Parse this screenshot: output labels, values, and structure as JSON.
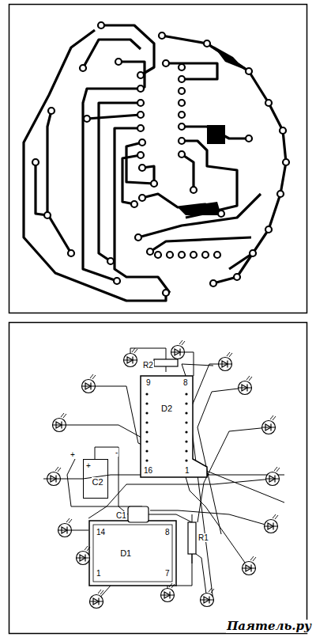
{
  "diagram": {
    "nodes": [
      {
        "text": [
          "D2"
        ]
      },
      {
        "text": [
          "C2"
        ]
      },
      {
        "text": [
          "D1"
        ]
      }
    ],
    "labels": [
      "R2",
      "9",
      "8",
      "16",
      "1",
      "+",
      "-",
      "+",
      "C1",
      "14",
      "8",
      "1",
      "7",
      "R1",
      "Паятель.ру"
    ]
  }
}
